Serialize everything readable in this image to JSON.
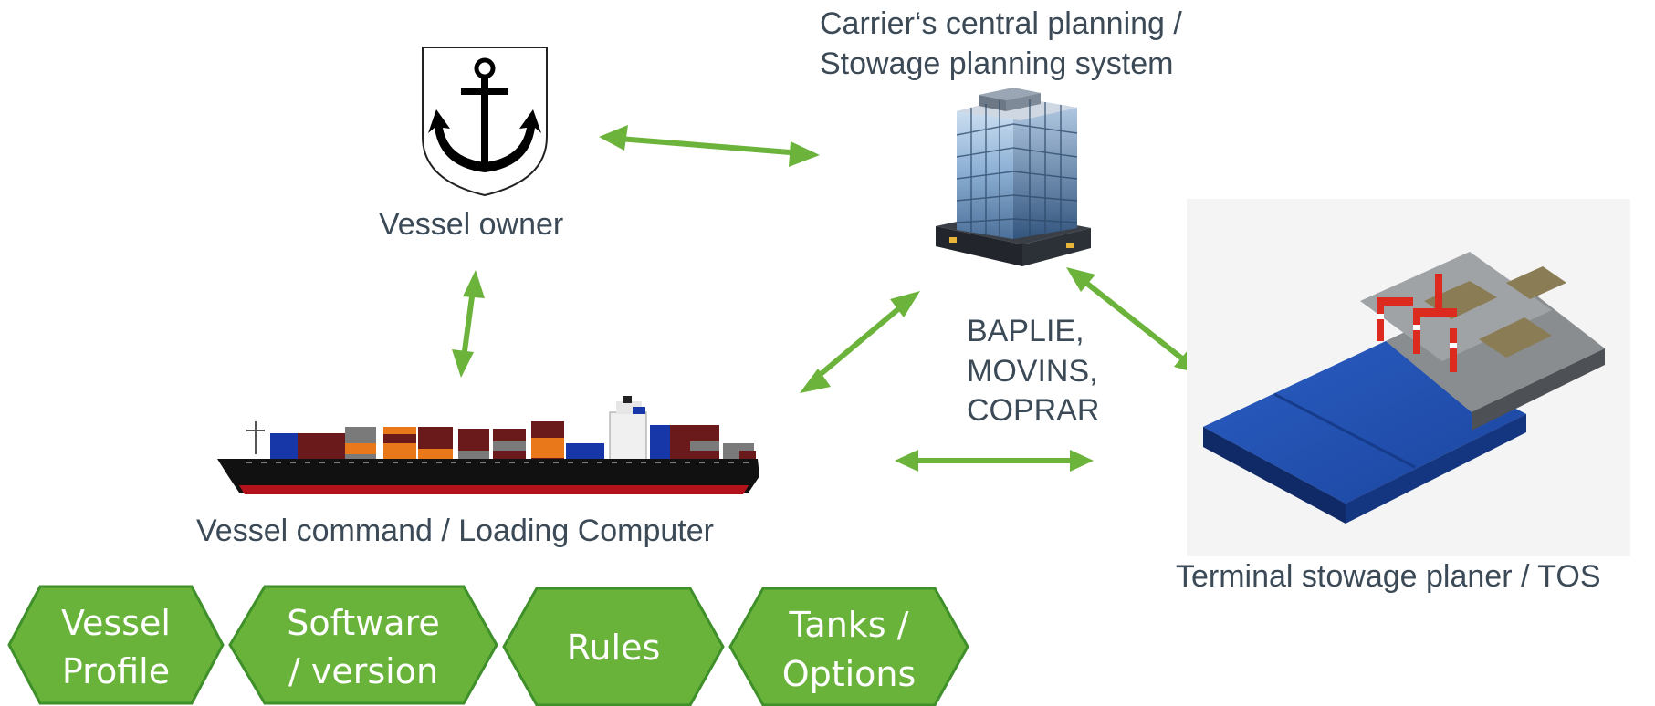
{
  "labels": {
    "carrier_line1": "Carrier‘s central planning /",
    "carrier_line2": "Stowage planning system",
    "vessel_owner": "Vessel owner",
    "messages_line1": "BAPLIE,",
    "messages_line2": "MOVINS,",
    "messages_line3": "COPRAR",
    "vessel_command": "Vessel command / Loading Computer",
    "terminal": "Terminal stowage planer / TOS"
  },
  "hexagons": [
    {
      "line1": "Vessel",
      "line2": "Profile"
    },
    {
      "line1": "Software",
      "line2": "/ version"
    },
    {
      "line1": "Rules",
      "line2": ""
    },
    {
      "line1": "Tanks /",
      "line2": "Options"
    }
  ],
  "colors": {
    "arrow": "#6bb33a",
    "hex_fill": "#69b33b",
    "hex_border": "#3f8f2a",
    "text": "#3b4a56"
  },
  "icons": {
    "owner": "anchor-shield-icon",
    "carrier": "office-building-icon",
    "vessel": "container-ship-icon",
    "terminal": "container-terminal-icon"
  }
}
